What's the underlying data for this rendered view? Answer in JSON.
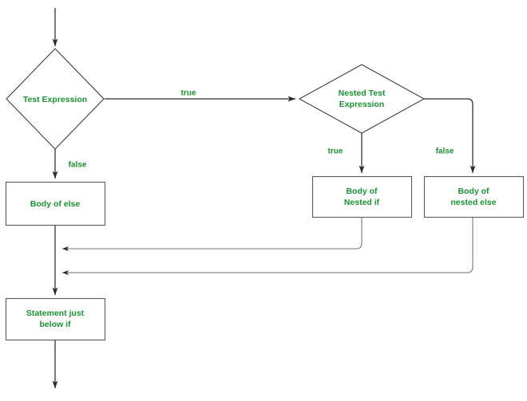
{
  "diagram": {
    "type": "flowchart",
    "title": "Nested if-else flowchart",
    "background_color": "#ffffff",
    "text_color": "#1a9431",
    "line_color": "#2b2b2b",
    "box_border_color": "#5a5a5a"
  },
  "nodes": {
    "entry_arrow": {
      "shape": "arrow",
      "label": ""
    },
    "test_expression": {
      "shape": "diamond",
      "label": "Test Expression",
      "lines": [
        "Test Expression"
      ]
    },
    "nested_test_expression": {
      "shape": "diamond",
      "label": "Nested Test Expression",
      "lines": [
        "Nested Test",
        "Expression"
      ]
    },
    "body_of_else": {
      "shape": "rectangle",
      "label": "Body of else",
      "lines": [
        "Body of else"
      ]
    },
    "body_of_nested_if": {
      "shape": "rectangle",
      "label": "Body of Nested if",
      "lines": [
        "Body of",
        "Nested if"
      ]
    },
    "body_of_nested_else": {
      "shape": "rectangle",
      "label": "Body of nested else",
      "lines": [
        "Body of",
        "nested else"
      ]
    },
    "statement_just_below_if": {
      "shape": "rectangle",
      "label": "Statement just below if",
      "lines": [
        "Statement just",
        "below if"
      ]
    }
  },
  "edges": [
    {
      "id": "entry-to-test",
      "from": "entry",
      "to": "test_expression",
      "label": ""
    },
    {
      "id": "test-true",
      "from": "test_expression",
      "to": "nested_test_expression",
      "label": "true"
    },
    {
      "id": "test-false",
      "from": "test_expression",
      "to": "body_of_else",
      "label": "false"
    },
    {
      "id": "nested-true",
      "from": "nested_test_expression",
      "to": "body_of_nested_if",
      "label": "true"
    },
    {
      "id": "nested-false",
      "from": "nested_test_expression",
      "to": "body_of_nested_else",
      "label": "false"
    },
    {
      "id": "else-to-merge",
      "from": "body_of_else",
      "to": "statement_just_below_if",
      "label": ""
    },
    {
      "id": "nested-if-to-merge",
      "from": "body_of_nested_if",
      "to": "merge",
      "label": ""
    },
    {
      "id": "nested-else-to-merge",
      "from": "body_of_nested_else",
      "to": "merge",
      "label": ""
    },
    {
      "id": "exit",
      "from": "statement_just_below_if",
      "to": "exit",
      "label": ""
    }
  ],
  "edge_labels": {
    "test_true": "true",
    "test_false": "false",
    "nested_true": "true",
    "nested_false": "false"
  }
}
